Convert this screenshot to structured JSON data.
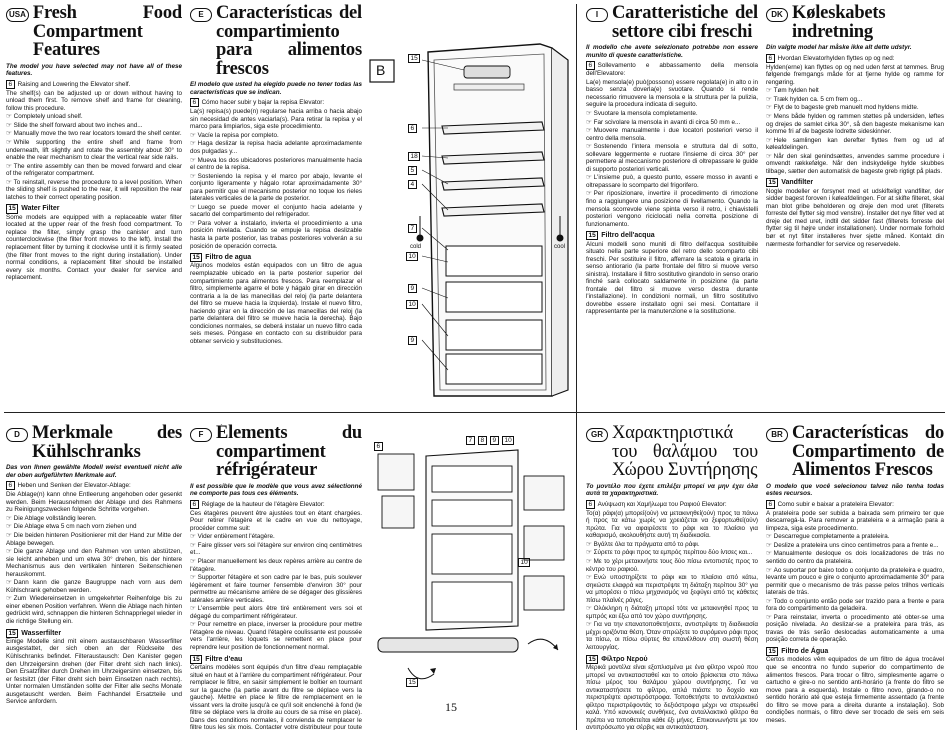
{
  "sections": {
    "usa": {
      "badge": "USA",
      "title": "Fresh Food Compartment Features",
      "intro": "The model you have selected may not have all of these features.",
      "n6": "6",
      "h6": "Raising and Lowering the Elevator shelf.",
      "p1": "The shelf(s) can be adjusted up or down without having to unload them first. To remove shelf and frame for cleaning, follow this procedure.",
      "steps": [
        "Completely unload shelf.",
        "Slide the shelf forward about two inches and...",
        "Manually move the two rear locators toward the shelf center.",
        "While supporting the entire shelf and frame from underneath, lift slightly and rotate the assembly about 30° to enable the rear mechanism to clear the vertical rear side rails.",
        "The entire assembly can then be moved forward and clear of the refrigerator compartment.",
        "To reinstall, reverse the procedure to a level position. When the sliding shelf is pushed to the rear, it will reposition the rear latches to their correct operating position."
      ],
      "n15": "15",
      "h15": "Water Filter",
      "p2": "Some models are equipped with a replaceable water filter located at the upper rear of the fresh food compartment. To replace the filter, simply grasp the canister and turn counterclockwise (the filter front moves to the left). Install the replacement filter by turning it clockwise until it is firmly seated (the filter front moves to the right during installation). Under normal conditions, a replacement filter should be installed every six months. Contact your dealer for service and replacement."
    },
    "es": {
      "badge": "E",
      "title": "Características del compartimiento para alimentos frescos",
      "intro": "El modelo que usted ha elegido puede no tener todas las características que se indican.",
      "n6": "6",
      "h6": "Cómo hacer subir y bajar la repisa Elevator:",
      "p1": "La(s) repisa(s) puede(n) regularse hacia arriba o hacia abajo sin necesidad de antes vaciarla(s). Para retirar la repisa y el marco para limpiarlos, siga este procedimiento.",
      "steps": [
        "Vacíe la repisa por completo.",
        "Haga deslizar la repisa hacia adelante aproximadamente dos pulgadas y...",
        "Mueva los dos ubicadores posteriores manualmente hacia el centro de la repisa.",
        "Sosteniendo la repisa y el marco por abajo, levante el conjunto ligeramente y hágalo rotar aproximadamente 30° para permitir que el mecanismo posterior no toque los rieles laterales verticales de la parte de posterior.",
        "Luego se puede mover el conjunto hacia adelante y sacarlo del compartimento del refrigerador.",
        "Para volver a instalarlo, invierta el procedimiento a una posición nivelada. Cuando se empuje la repisa deslizable hasta la parte posterior, las trabas posteriores volverán a su posición de operación correcta."
      ],
      "n15": "15",
      "h15": "Filtro de agua",
      "p2": "Algunos modelos están equipados con un filtro de agua reemplazable ubicado en la parte posterior superior del compartimiento para alimentos frescos. Para reemplazar el filtro, simplemente agarre el bote y hágalo girar en dirección contraria a la de las manecillas del reloj (la parte delantera del filtro se mueve hacia la izquierda). Instale el nuevo filtro, haciendo girar en la dirección de las manecillas del reloj (la parte delantera del filtro se mueve hacia la derecha). Bajo condiciones normales, se deberá instalar un nuevo filtro cada seis meses. Póngase en contacto con su distribuidor para obtener servicio y substituciones."
    },
    "it": {
      "badge": "I",
      "title": "Caratteristiche del settore cibi freschi",
      "intro": "Il modello che avete selezionato potrebbe non essere munito di queste caratteristiche.",
      "n6": "6",
      "h6": "Sollevamento e abbassamento della mensola dell'Elevatore:",
      "p1": "La(e) mensola(e) può(possono) essere regolata(e) in alto o in basso senza doverla(e) svuotare. Quando si rende necessario rimuovere la mensola e la struttura per la pulizia, seguire la procedura indicata di seguito.",
      "steps": [
        "Svuotare la mensola completamente.",
        "Far scivolare la mensola in avanti di circa 50 mm e...",
        "Muovere manualmente i due locatori posteriori verso il centro della mensola.",
        "Sostenendo l'intera mensola e struttura dal di sotto, sollevare leggermente e ruotare l'insieme di circa 30° per permettere al meccanismo posteriore di oltrepassare le guide di supporto posteriori verticali.",
        "L'insieme può, a questo punto, essere mosso in avanti e oltrepassare lo scomparto del frigorifero.",
        "Per riposizionare, invertire il procedimento di rimozione fino a raggiungere una posizione di livellamento. Quando la mensola scorrevole viene spinta verso il retro, i chiavistelli posteriori vengono riciclocati nella corretta posizione di funzionamento."
      ],
      "n15": "15",
      "h15": "Filtro dell'acqua",
      "p2": "Alcuni modelli sono muniti di filtro dell'acqua sostituibile situato nella parte superiore del retro dello scomparto cibi freschi. Per sostituire il filtro, afferrare la scatola e girarla in senso antiorario (la parte frontale del filtro si muove verso sinistra). Installare il filtro sostitutivo girandolo in senso orario finché sarà collocato saldamente in posizione (la parte frontale del filtro si muove verso destra durante l'installazione). In condizioni normali, un filtro sostitutivo dovrebbe essere installato ogni sei mesi. Contattare il rappresentante per la manutenzione e la sostituzione."
    },
    "dk": {
      "badge": "DK",
      "title": "Køleskabets indretning",
      "intro": "Din valgte model har måske ikke alt dette udstyr.",
      "n6": "6",
      "h6": "Hvordan Elevatorhylden flyttes op og ned:",
      "p1": "Hylden(erne) kan flyttes op og ned uden først at tømmes. Brug følgende fremgangs måde for at fjerne hylde og ramme for rengøring.",
      "steps": [
        "Tøm hylden helt",
        "Træk hylden ca. 5 cm frem og...",
        "Flyt de to bageste greb manuelt mod hyldens midte.",
        "Mens både hylden og rammen støttes på undersiden, løftes og drejes de samlet cirka 30°, så den bageste mekanisme kan komme fri af de bageste lodrette sideskinner.",
        "Hele samlingen kan derefter flyttes frem og ud af køleafdelingen.",
        "Når den skal genindsættes, anvendes samme procedure i omvendt rækkefølge. Når den indskydelige hylde skubbes tilbage, sætter den automatisk de bageste greb rigtigt på plads."
      ],
      "n15": "15",
      "h15": "Vandfilter",
      "p2": "Nogle modeller er forsynet med et udskifteligt vandfilter, der sidder bagest foroven i køleafdelingen. For at skifte filteret, skal man blot gribe beholderen og dreje den mod uret (filterets forreste del flytter sig mod venstre). Installer det nye filter ved at dreje det med uret, indtil det sidder fast (filterets forreste del flytter sig til højre under installationen). Under normale forhold bør et nyt filter installeres hver sjette måned. Kontakt din nærmeste forhandler for service og reservedele."
    },
    "de": {
      "badge": "D",
      "title": "Merkmale des Kühlschranks",
      "intro": "Das von Ihnen gewählte Modell weist eventuell nicht alle der oben aufgeführten Merkmale auf.",
      "n6": "6",
      "h6": "Heben und Senken der Elevator-Ablage:",
      "p1": "Die Ablage(n) kann ohne Entleerung angehoben oder gesenkt werden. Beim Herausnehmen der Ablage und des Rahmens zu Reinigungszwecken folgende Schritte vorgehen.",
      "steps": [
        "Die Ablage vollständig leeren.",
        "Die Ablage etwa 5 cm nach vorn ziehen und",
        "Die beiden hinteren Positionierer mit der Hand zur Mitte der Ablage bewegen.",
        "Die ganze Ablage und den Rahmen von unten abstützen, sie leicht anheben und um etwa 30° drehen, bis der hintere Mechanismus aus den vertikalen hinteren Seitenschienen herauskommt.",
        "Dann kann die ganze Baugruppe nach vorn aus dem Kühlschrank gehoben werden.",
        "Zum Wiedereinsetzen in umgekehrter Reihenfolge bis zu einer ebenen Position verfahren. Wenn die Ablage nach hinten gedrückt wird, schnappen die hinteren Schnappriegel wieder in die richtige Stellung ein."
      ],
      "n15": "15",
      "h15": "Wasserfilter",
      "p2": "Einige Modelle sind mit einem austauschbaren Wasserfilter ausgestattet, der sich oben an der Rückseite des Kühlschranks befindet. Filteraustausch: Den Kanister gegen den Uhrzeigersinn drehen (der Filter dreht sich nach links). Den Ersatzfilter durch Drehen im Uhrzeigersinn einsetzen, bis er festsitzt (der Filter dreht sich beim Einsetzen nach rechts). Unter normalen Umständen sollte der Filter alle sechs Monate ausgetauscht werden. Beim Fachhandel Ersatzteile und Service anfordern."
    },
    "fr": {
      "badge": "F",
      "title": "Élements du compartiment réfrigérateur",
      "intro": "Il est possible que le modèle que vous avez sélectionné ne comporte pas tous ces éléments.",
      "n6": "6",
      "h6": "Réglage de la hauteur de l'étagère Elevator:",
      "p1": "Ces étagères peuvent être ajustées tout en étant chargées. Pour retirer l'étagère et le cadre en vue du nettoyage, procéder comme suit:",
      "steps": [
        "Vider entièrement l'étagère.",
        "Faire glisser vers soi l'étagère sur environ cinq centimètres et...",
        "Placer manuellement les deux repères arrière au centre de l'étagère.",
        "Supporter l'étagère et son cadre par le bas, puis soulever légèrement et faire tourner l'ensemble d'environ 30° pour permettre au mécanisme arrière de se dégager des glissières latérales arrière verticales.",
        "L'ensemble peut alors être tiré entièrement vers soi et dégagé du compartiment réfrigérateur.",
        "Pour remettre en place, inverser la procédure pour mettre l'étagère de niveau. Quand l'étagère coulissante est poussée vers l'arrière, les loquets se remettent en place pour reprendre leur position de fonctionnement normal."
      ],
      "n15": "15",
      "h15": "Filtre d'eau",
      "p2": "Certains modèles sont équipés d'un filtre d'eau remplaçable situé en haut et à l'arrière du compartiment réfrigérateur. Pour remplacer le filtre, en saisir simplement le boîtier en tournant sur la gauche (la partie avant du filtre se déplace vers la gauche). Mettre en place le filtre de remplacement en le vissant vers la droite jusqu'à ce qu'il soit enclenché à fond (le filtre se déplace vers la droite au cours de sa mise en place). Dans des conditions normales, il convienda de remplacer le filtre tous les six mois. Contacter votre distributeur pour toute réparation et remplacement."
    },
    "gr": {
      "badge": "GR",
      "title": "Χαρακτηριστικά του θαλάμου του Χώρου Συντήρησης",
      "intro": "Το μοντέλο που έχετε επιλέξει μπορεί να μην έχει όλα αυτά τα χαρακτηριστικά.",
      "n6": "6",
      "h6": "Ανύψωση και Χαμήλωμα του Ραφιού Elevator:",
      "p1": "Το(α) ράφι(α) μπορεί(ούν) να μετακινηθεί(ούν) προς τα πάνω ή προς τα κάτω χωρίς να χρειάζεται να ξεφορτωθεί(ούν) πρώτα. Για να αφαιρέσετε το ράφι και το πλαίσιο για καθαρισμό, ακολουθήστε αυτή τη διαδικασία.",
      "steps": [
        "Βγάλτε όλα τα πράγματα από το ράφι.",
        "Σύρετε το ράφι προς τα εμπρός περίπου δύο ίντσες και...",
        "Με το χέρι μετακινήστε τους δύο πίσω εντοπιστές προς το κέντρο του ραφιού.",
        "Ενώ υποστηρίζετε το ράφι και το πλαίσιο από κάτω, σηκώστε ελαφρά και περιστρέψτε τη διάταξη περίπου 30° για να μπορέσει ο πίσω μηχανισμός να ξεφύγει από τις κάθετες πίσω πλαϊνές ράγες.",
        "Ολόκληρη η διάταξη μπορεί τότε να μετακινηθεί προς τα εμπρός και έξω από τον χώρο συντήρησης.",
        "Για να την επανατοποθετήσετε, αντιστρέψτε τη διαδικασία μέχρι οριζόντια θέση. Όταν σπρώξετε το συρόμενο ράφι προς τα πίσω, οι πίσω σύρτες θα επανέλθουν στη σωστή θέση λειτουργίας."
      ],
      "n15": "15",
      "h15": "Φίλτρο Νερού",
      "p2": "Μερικά μοντέλα είναι εξοπλισμένα με ένα φίλτρο νερού που μπορεί να αντικατασταθεί και το οποίο βρίσκεται στο πάνω πίσω μέρος του θαλάμου χώρου συντήρησης. Για να αντικαταστήσετε το φίλτρο, απλά πιάστε το δοχείο και περιστρέψτε αριστερόστροφα. Τοποθετήστε το ανταλλακτικό φίλτρο περιστρέφοντάς το δεξιόστροφα μέχρι να στερεωθεί καλά. Υπό κανονικές συνθήκες, ένα ανταλλακτικό φίλτρο θα πρέπει να τοποθετείται κάθε έξι μήνες. Επικοινωνήστε με τον αντιπρόσωπο για σέρβις και αντικατάσταση."
    },
    "br": {
      "badge": "BR",
      "title": "Características do Compartimento de Alimentos Frescos",
      "intro": "O modelo que você selecionou talvez não tenha todas estes recursos.",
      "n6": "6",
      "h6": "Como subir e baixar a prateleira Elevator:",
      "p1": "A prateleira pode ser subida a baixada sem primeiro ter que descarregá-la. Para remover a prateleira e a armação para a limpeza, siga este procedimento.",
      "steps": [
        "Descarregue completamente a prateleira.",
        "Deslize a prateleira uns cinco centímetros para a frente e...",
        "Manualmente desloque os dois localizadores de trás no sentido do centro da prateleira.",
        "Ao suportar por baixo todo o conjunto da prateleira e quadro, levante um pouco e gire o conjunto aproximadamente 30° para permitir que o mecanismo de trás passe pelos trilhos verticais laterais de trás.",
        "Todo o conjunto então pode ser trazido para a frente e para fora do compartimento da geladeira.",
        "Para reinstalar, inverta o procedimento até obter-se uma posição nivelada. Ao deslizar-se a prateleira para trás, as travas de trás serão deslocadas automaticamente a uma posição correta de operação."
      ],
      "n15": "15",
      "h15": "Filtro de Água",
      "p2": "Certos modelos vêm equipados de um filtro de água trocável que se encontra no fundo superior do compartimento de alimentos frescos. Para trocar o filtro, simplesmente agarre o cartucho e gire-o no sentido anti-horário (a frente do filtro se move para a esquerda). Instale o filtro novo, girando-o no sentido horário até que esteja firmemente assentado (a frente do filtro se move para a direita durante a instalação). Sob condições normais, o filtro deve ser trocado de seis em seis meses."
    }
  },
  "diagram_a": {
    "box_label": "B",
    "labels": [
      "15",
      "6",
      "18",
      "5",
      "4",
      "7",
      "10",
      "9",
      "10",
      "9"
    ],
    "cold": "cold",
    "cool": "cool"
  },
  "diagram_b": {
    "labels": [
      "6",
      "7",
      "8",
      "9",
      "10",
      "10",
      "15"
    ]
  },
  "page_number": "15"
}
